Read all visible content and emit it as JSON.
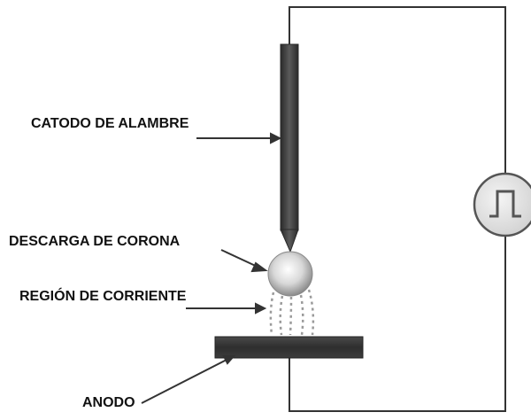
{
  "labels": {
    "cathode": "CATODO DE ALAMBRE",
    "corona": "DESCARGA DE CORONA",
    "current_region": "REGIÓN DE CORRIENTE",
    "anode": "ANODO"
  },
  "icons": {
    "source": "pulse-generator-icon"
  },
  "colors": {
    "wire": "#333333",
    "electrode": "#3a3a3a",
    "generator_fill": "#e6e6e6",
    "generator_stroke": "#666666",
    "corona_glow": "#cfcfcf"
  }
}
